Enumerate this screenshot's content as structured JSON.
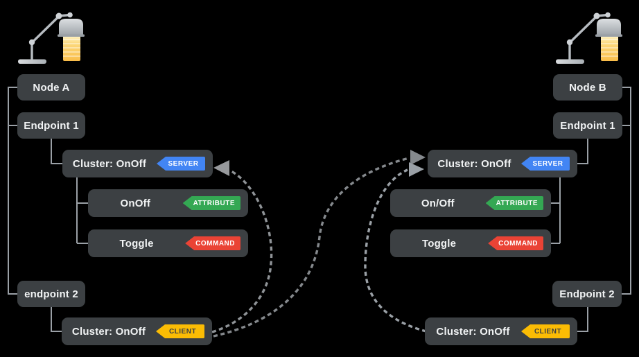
{
  "left_node": {
    "node": "Node A",
    "endpoint1": "Endpoint 1",
    "server_cluster": "Cluster: OnOff",
    "server_badge": "SERVER",
    "attribute": "OnOff",
    "attribute_badge": "ATTRIBUTE",
    "command": "Toggle",
    "command_badge": "COMMAND",
    "endpoint2": "endpoint 2",
    "client_cluster": "Cluster: OnOff",
    "client_badge": "CLIENT"
  },
  "right_node": {
    "node": "Node B",
    "endpoint1": "Endpoint 1",
    "server_cluster": "Cluster: OnOff",
    "server_badge": "SERVER",
    "attribute": "On/Off",
    "attribute_badge": "ATTRIBUTE",
    "command": "Toggle",
    "command_badge": "COMMAND",
    "endpoint2": "Endpoint 2",
    "client_cluster": "Cluster: OnOff",
    "client_badge": "CLIENT"
  },
  "connections": [
    {
      "from": "node-a-client-cluster",
      "to": "node-a-server-cluster",
      "style": "dashed-arrow"
    },
    {
      "from": "node-a-client-cluster",
      "to": "node-b-server-cluster",
      "style": "dashed-arrow"
    },
    {
      "from": "node-b-client-cluster",
      "to": "node-b-server-cluster",
      "style": "dashed-arrow"
    }
  ],
  "colors": {
    "background": "#000000",
    "box": "#3c4043",
    "box_text": "#f1f3f4",
    "tree_line": "#9aa0a6",
    "arrow": "#8f9397",
    "server_badge": "#4285f4",
    "attribute_badge": "#34a853",
    "command_badge": "#ea4335",
    "client_badge": "#fbbc04"
  }
}
